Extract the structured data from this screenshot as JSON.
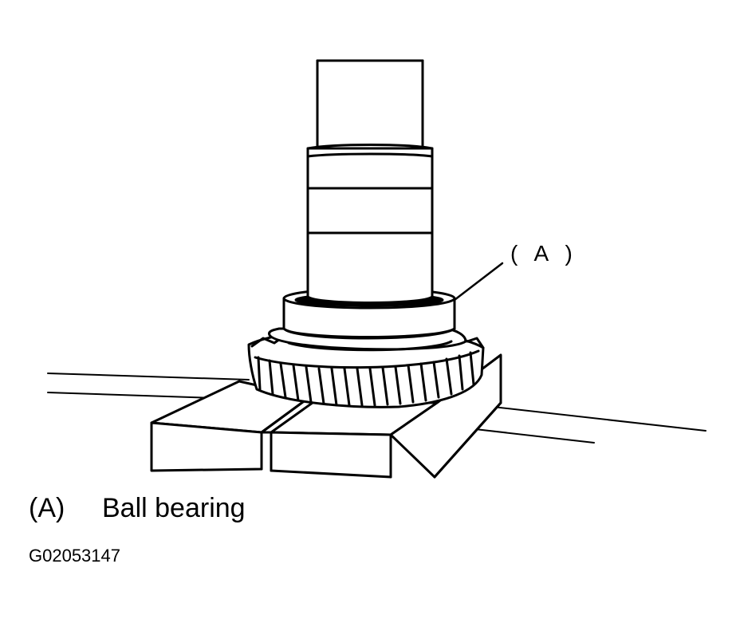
{
  "callout": {
    "marker": "( A )"
  },
  "legend": {
    "key": "(A)",
    "text": "Ball bearing"
  },
  "figure_code": "G02053147"
}
